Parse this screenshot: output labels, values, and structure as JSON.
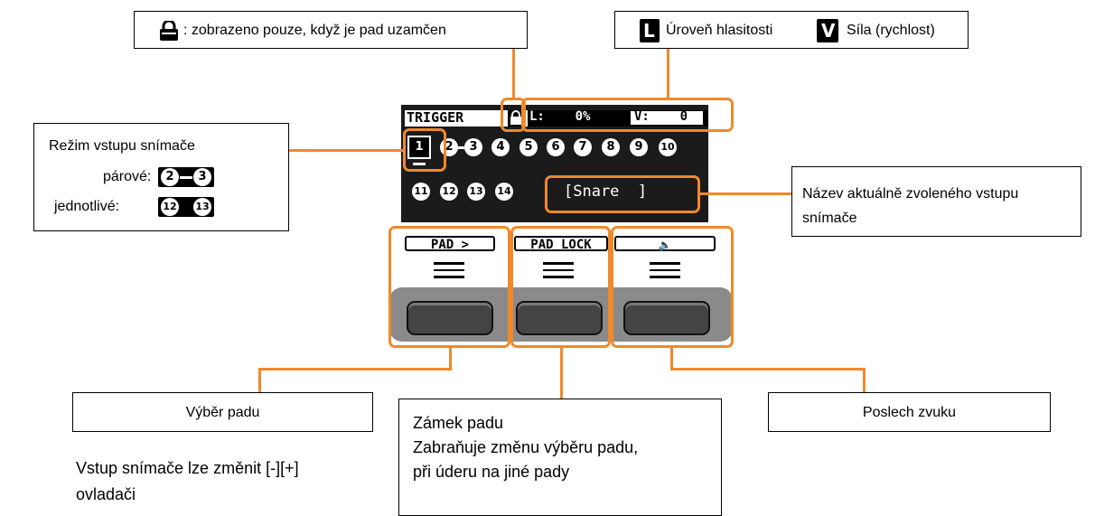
{
  "top_left_callout": {
    "icon": "lock-icon",
    "text": ": zobrazeno pouze, když je pad uzamčen"
  },
  "top_right_callout": {
    "level_icon_letter": "L",
    "level_text": "Úroveň hlasitosti",
    "velocity_icon_letter": "V",
    "velocity_text": "Síla (rychlost)"
  },
  "left_callout": {
    "title": "Režim vstupu snímače",
    "pair_label": "párové:",
    "pair_a": "2",
    "pair_b": "3",
    "single_label": "jednotlivé:",
    "single_a": "12",
    "single_b": "13"
  },
  "right_callout": {
    "text": "Název aktuálně zvoleného vstupu snímače"
  },
  "screen": {
    "title": "TRIGGER",
    "level": "L:    0%",
    "velocity": "V:    0",
    "inputs_row1": [
      "1",
      "2",
      "3",
      "4",
      "5",
      "6",
      "7",
      "8",
      "9",
      "10"
    ],
    "inputs_row2": [
      "11",
      "12",
      "13",
      "14"
    ],
    "selected_input": "1",
    "name": "[Snare  ]"
  },
  "buttons": [
    {
      "label": "PAD >"
    },
    {
      "label": "PAD LOCK"
    },
    {
      "label": "🔈"
    }
  ],
  "bottom_callouts": {
    "pad_select": {
      "title": "Výběr padu",
      "note_line1": "Vstup snímače lze změnit [-][+]",
      "note_line2": "ovladači"
    },
    "pad_lock": {
      "line1": "Zámek padu",
      "line2": "Zabraňuje změnu výběru padu,",
      "line3": "při úderu na jiné pady"
    },
    "preview": {
      "title": "Poslech zvuku"
    }
  },
  "colors": {
    "highlight": "#f0892a",
    "screen_bg": "#1b1b1b",
    "panel": "#8a8a8a"
  }
}
